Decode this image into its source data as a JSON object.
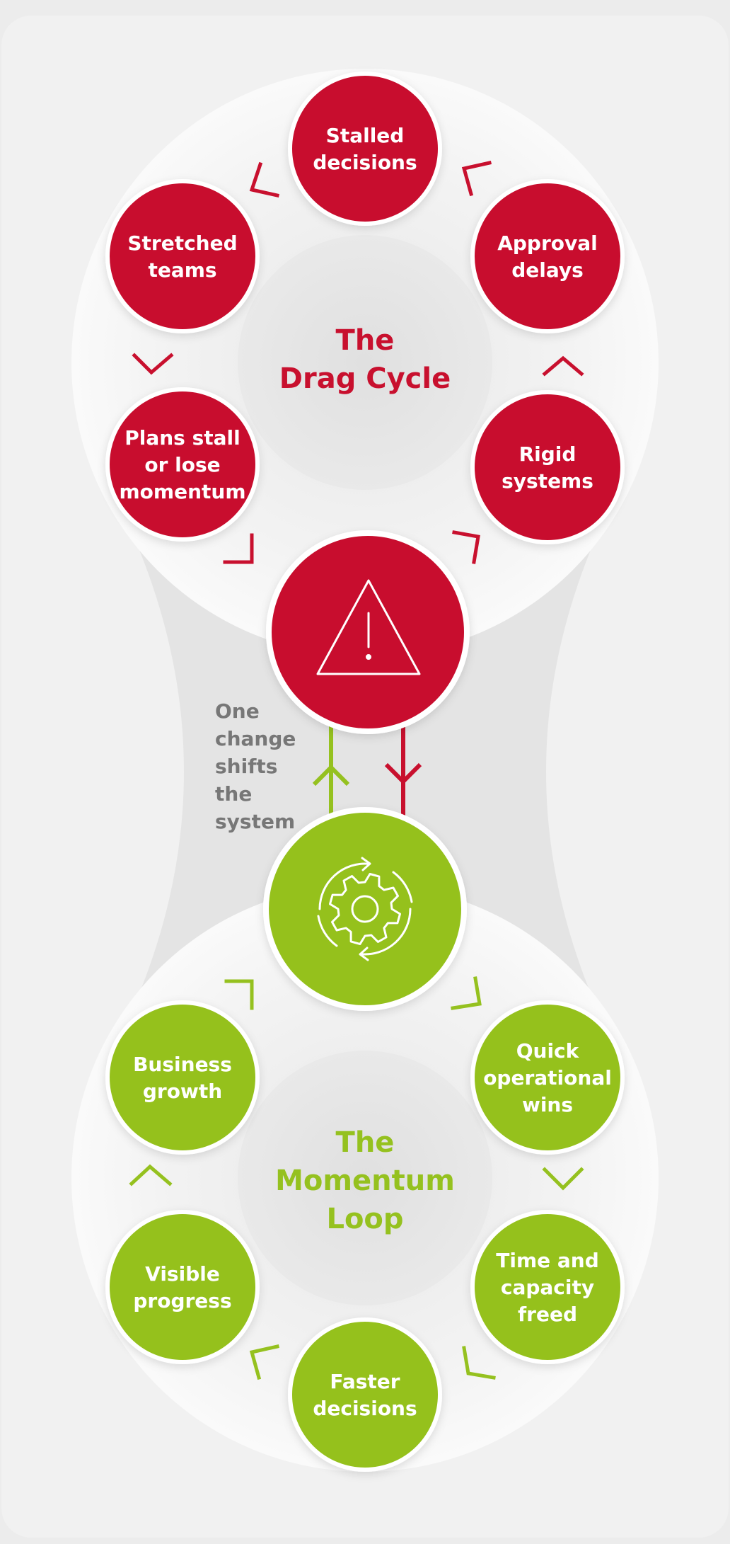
{
  "colors": {
    "drag": "#c8102e",
    "momentum": "#95c11f",
    "note": "#777777",
    "background": "#ececec"
  },
  "drag_cycle": {
    "title_line1": "The",
    "title_line2": "Drag Cycle",
    "nodes": [
      {
        "lines": [
          "Stalled",
          "decisions"
        ]
      },
      {
        "lines": [
          "Approval",
          "delays"
        ]
      },
      {
        "lines": [
          "Rigid",
          "systems"
        ]
      },
      {
        "lines": [
          "Plans stall",
          "or lose",
          "momentum"
        ]
      },
      {
        "lines": [
          "Stretched",
          "teams"
        ]
      }
    ],
    "hub_icon": "warning-triangle-icon"
  },
  "link": {
    "note_lines": [
      "One",
      "change",
      "shifts",
      "the",
      "system"
    ]
  },
  "momentum_loop": {
    "title_line1": "The",
    "title_line2": "Momentum",
    "title_line3": "Loop",
    "nodes": [
      {
        "lines": [
          "Quick",
          "operational",
          "wins"
        ]
      },
      {
        "lines": [
          "Time and",
          "capacity",
          "freed"
        ]
      },
      {
        "lines": [
          "Faster",
          "decisions"
        ]
      },
      {
        "lines": [
          "Visible",
          "progress"
        ]
      },
      {
        "lines": [
          "Business",
          "growth"
        ]
      }
    ],
    "hub_icon": "gear-cycle-icon"
  }
}
